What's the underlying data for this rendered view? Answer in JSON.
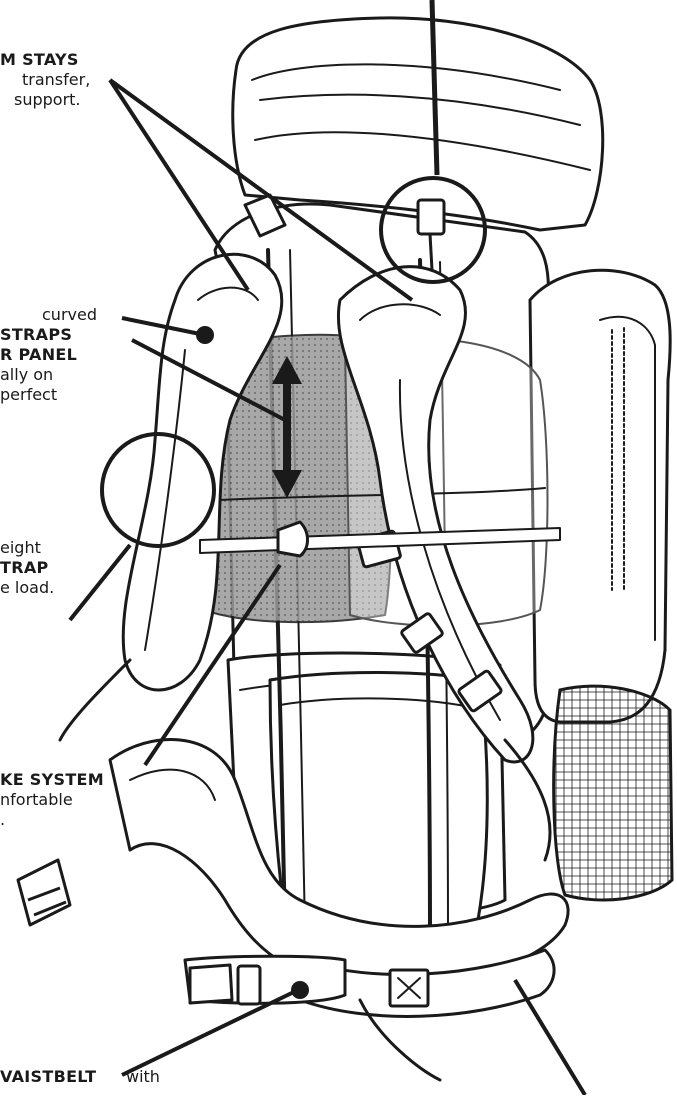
{
  "callouts": [
    {
      "id": "frame-stays",
      "heading": "M STAYS",
      "lines": [
        "transfer,",
        "support."
      ]
    },
    {
      "id": "shoulder-straps",
      "pre": "curved",
      "heading": "STRAPS"
    },
    {
      "id": "harness-panel",
      "heading": "R PANEL",
      "lines": [
        "ally on",
        "perfect"
      ]
    },
    {
      "id": "sternum-strap",
      "pre": "eight",
      "heading": "TRAP",
      "lines": [
        "e load."
      ]
    },
    {
      "id": "back-system",
      "heading": "KE SYSTEM",
      "lines": [
        "nfortable",
        "."
      ]
    },
    {
      "id": "waistbelt",
      "heading": "VAISTBELT",
      "post": "with"
    }
  ],
  "colors": {
    "ink": "#1a1a1a",
    "panel_fill": "#8a8a8a",
    "paper": "#ffffff"
  }
}
